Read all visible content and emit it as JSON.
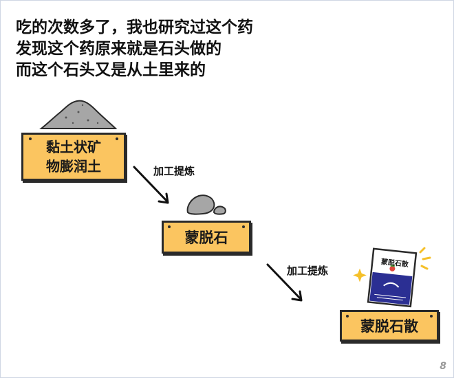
{
  "intro": {
    "lines": [
      "吃的次数多了，我也研究过这个药",
      "发现这个药原来就是石头做的",
      "而这个石头又是从土里来的"
    ]
  },
  "signs": {
    "clay": {
      "line1": "黏土状矿",
      "line2": "物膨润土"
    },
    "montmorillonite": "蒙脱石",
    "powder": "蒙脱石散"
  },
  "steps": {
    "first": "加工提炼",
    "second": "加工提炼"
  },
  "packet": {
    "label": "蒙脱石散"
  },
  "page_number": "8",
  "colors": {
    "sign_fill": "#fbc560",
    "outline": "#2a2a2a",
    "rock": "#a6a6a6",
    "packet_blue": "#2b2f93",
    "sparkle": "#f5c02a",
    "page_number": "#999999"
  }
}
